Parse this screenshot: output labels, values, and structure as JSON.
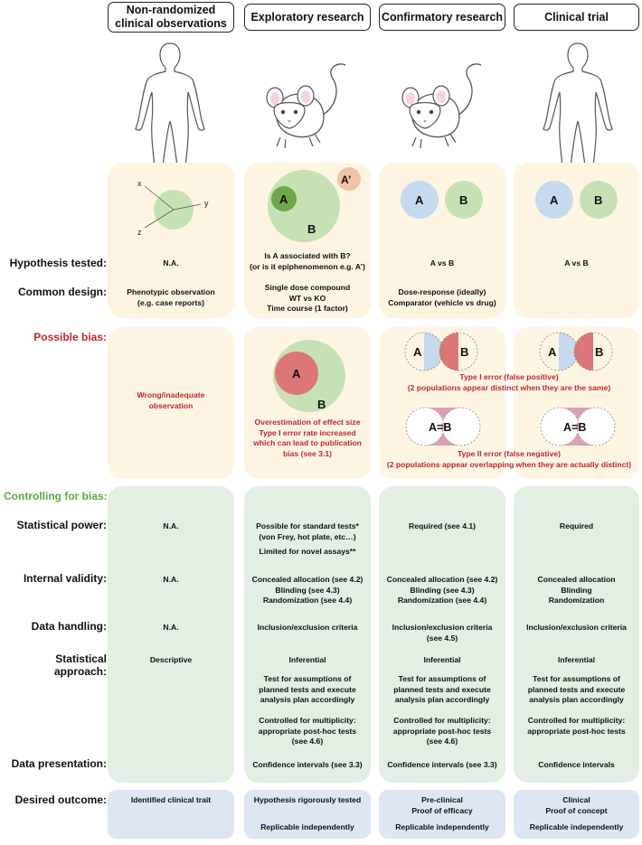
{
  "headers": {
    "non_randomized": [
      "Non-randomized",
      "clinical observations"
    ],
    "exploratory": "Exploratory research",
    "confirmatory": "Confirmatory research",
    "clinical_trial": "Clinical trial"
  },
  "row_labels": {
    "hypothesis": "Hypothesis tested:",
    "design": "Common design:",
    "possible_bias": "Possible bias:",
    "controlling": "Controlling for bias:",
    "power": "Statistical power:",
    "validity": "Internal validity:",
    "handling": "Data handling:",
    "approach": "Statistical approach:",
    "presentation": "Data presentation:",
    "outcome": "Desired outcome:"
  },
  "diagram_labels": {
    "x": "x",
    "y": "y",
    "z": "z",
    "a": "A",
    "b": "B",
    "a_prime": "A’",
    "a_eq_b": "A=B"
  },
  "hypothesis": {
    "col1": "N.A.",
    "col2": [
      "Is A associated with B?",
      "(or is it epiphenomenon e.g. A’)"
    ],
    "col3": "A vs B",
    "col4": "A vs B"
  },
  "design": {
    "col1": [
      "Phenotypic observation",
      "(e.g. case reports)"
    ],
    "col2": [
      "Single dose compound",
      "WT vs KO",
      "Time course (1 factor)"
    ],
    "col3": [
      "Dose-response (ideally)",
      "Comparator (vehicle vs drug)"
    ]
  },
  "bias": {
    "col1": [
      "Wrong/inadequate",
      "observation"
    ],
    "col2": [
      "Overestimation of effect size",
      "Type I error rate increased",
      "which can lead to publication",
      "bias (see 3.1)"
    ],
    "type1": [
      "Type I error (false positive)",
      "(2 populations appear distinct when they are the same)"
    ],
    "type2": [
      "Type II error (false negative)",
      "(2 populations appear overlapping when they are actually distinct)"
    ]
  },
  "power": {
    "col1": "N.A.",
    "col2": [
      "Possible for standard tests*",
      "(von Frey, hot plate, etc…)"
    ],
    "col2_extra": "Limited for novel assays**",
    "col3": "Required (see 4.1)",
    "col4": "Required"
  },
  "validity": {
    "col1": "N.A.",
    "col2": [
      "Concealed allocation (see 4.2)",
      "Blinding (see 4.3)",
      "Randomization (see 4.4)"
    ],
    "col3": [
      "Concealed allocation (see 4.2)",
      "Blinding (see 4.3)",
      "Randomization (see 4.4)"
    ],
    "col4": [
      "Concealed allocation",
      "Blinding",
      "Randomization"
    ]
  },
  "handling": {
    "col1": "N.A.",
    "col2": "Inclusion/exclusion criteria",
    "col3": [
      "Inclusion/exclusion criteria",
      "(see 4.5)"
    ],
    "col4": "Inclusion/exclusion criteria"
  },
  "approach": {
    "col1": "Descriptive",
    "main": "Inferential",
    "test": [
      "Test for assumptions of",
      "planned tests and execute",
      "analysis plan accordingly"
    ],
    "multiplicity": [
      "Controlled for multiplicity:",
      "appropriate post-hoc tests",
      "(see  4.6)"
    ],
    "multiplicity_col4": [
      "Controlled for multiplicity:",
      "appropriate post-hoc tests"
    ]
  },
  "presentation": {
    "col2": "Confidence intervals (see 3.3)",
    "col3": "Confidence intervals (see 3.3)",
    "col4": "Confidence intervals"
  },
  "outcome": {
    "col1": "Identified clinical trait",
    "col2": "Hypothesis rigorously tested",
    "col2_b": "Replicable independently",
    "col3": [
      "Pre-clinical",
      "Proof of efficacy"
    ],
    "col3_b": "Replicable independently",
    "col4": [
      "Clinical",
      "Proof of concept"
    ],
    "col4_b": "Replicable independently"
  },
  "colors": {
    "header_border": "#222222",
    "cream": "#fdf5e2",
    "green": "#e2efe2",
    "blue": "#dde6f2",
    "bias_red": "#c0272d",
    "control_green": "#5aaa3c",
    "circle_a": "#c5d9ef",
    "circle_b": "#c6e2b4",
    "circle_red": "#dd7677",
    "circle_pink": "#d9a2b1",
    "circle_dark_green": "#6ea84a",
    "circle_orange": "#f1c3a5"
  },
  "icons": [
    "human-silhouette-icon",
    "mouse-icon"
  ]
}
